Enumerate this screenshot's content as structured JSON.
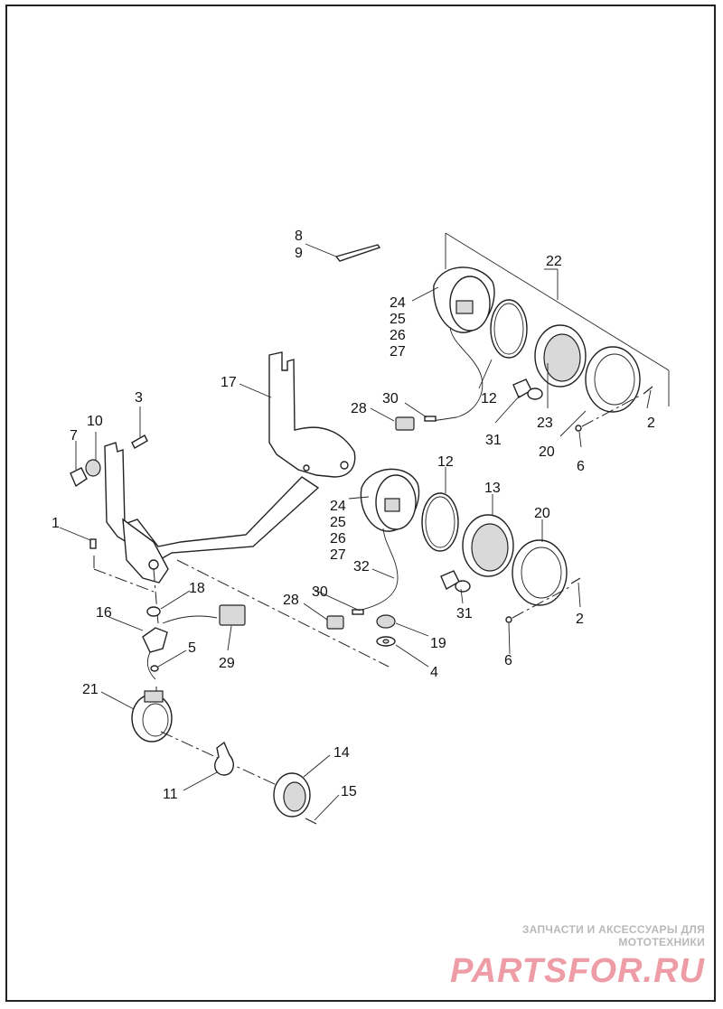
{
  "callouts": [
    {
      "id": "c8",
      "text": "8"
    },
    {
      "id": "c9",
      "text": "9"
    },
    {
      "id": "c22",
      "text": "22"
    },
    {
      "id": "c24a",
      "text": "24"
    },
    {
      "id": "c25a",
      "text": "25"
    },
    {
      "id": "c26a",
      "text": "26"
    },
    {
      "id": "c27a",
      "text": "27"
    },
    {
      "id": "c17",
      "text": "17"
    },
    {
      "id": "c3",
      "text": "3"
    },
    {
      "id": "c7",
      "text": "7"
    },
    {
      "id": "c10",
      "text": "10"
    },
    {
      "id": "c30a",
      "text": "30"
    },
    {
      "id": "c28a",
      "text": "28"
    },
    {
      "id": "c12a",
      "text": "12"
    },
    {
      "id": "c31a",
      "text": "31"
    },
    {
      "id": "c23",
      "text": "23"
    },
    {
      "id": "c20a",
      "text": "20"
    },
    {
      "id": "c2a",
      "text": "2"
    },
    {
      "id": "c6a",
      "text": "6"
    },
    {
      "id": "c12b",
      "text": "12"
    },
    {
      "id": "c13",
      "text": "13"
    },
    {
      "id": "c20b",
      "text": "20"
    },
    {
      "id": "c24b",
      "text": "24"
    },
    {
      "id": "c25b",
      "text": "25"
    },
    {
      "id": "c26b",
      "text": "26"
    },
    {
      "id": "c27b",
      "text": "27"
    },
    {
      "id": "c1",
      "text": "1"
    },
    {
      "id": "c32",
      "text": "32"
    },
    {
      "id": "c30b",
      "text": "30"
    },
    {
      "id": "c28b",
      "text": "28"
    },
    {
      "id": "c31b",
      "text": "31"
    },
    {
      "id": "c2b",
      "text": "2"
    },
    {
      "id": "c18",
      "text": "18"
    },
    {
      "id": "c16",
      "text": "16"
    },
    {
      "id": "c29",
      "text": "29"
    },
    {
      "id": "c19",
      "text": "19"
    },
    {
      "id": "c5",
      "text": "5"
    },
    {
      "id": "c4",
      "text": "4"
    },
    {
      "id": "c6b",
      "text": "6"
    },
    {
      "id": "c21",
      "text": "21"
    },
    {
      "id": "c14",
      "text": "14"
    },
    {
      "id": "c11",
      "text": "11"
    },
    {
      "id": "c15",
      "text": "15"
    }
  ],
  "watermark": {
    "caption": "ЗАПЧАСТИ И АКСЕССУАРЫ ДЛЯ МОТОТЕХНИКИ",
    "logo": "PARTSFOR.RU"
  },
  "colors": {
    "line": "#222222",
    "watermark_caption": "#b9b9b9",
    "watermark_logo": "#ee9da6"
  }
}
